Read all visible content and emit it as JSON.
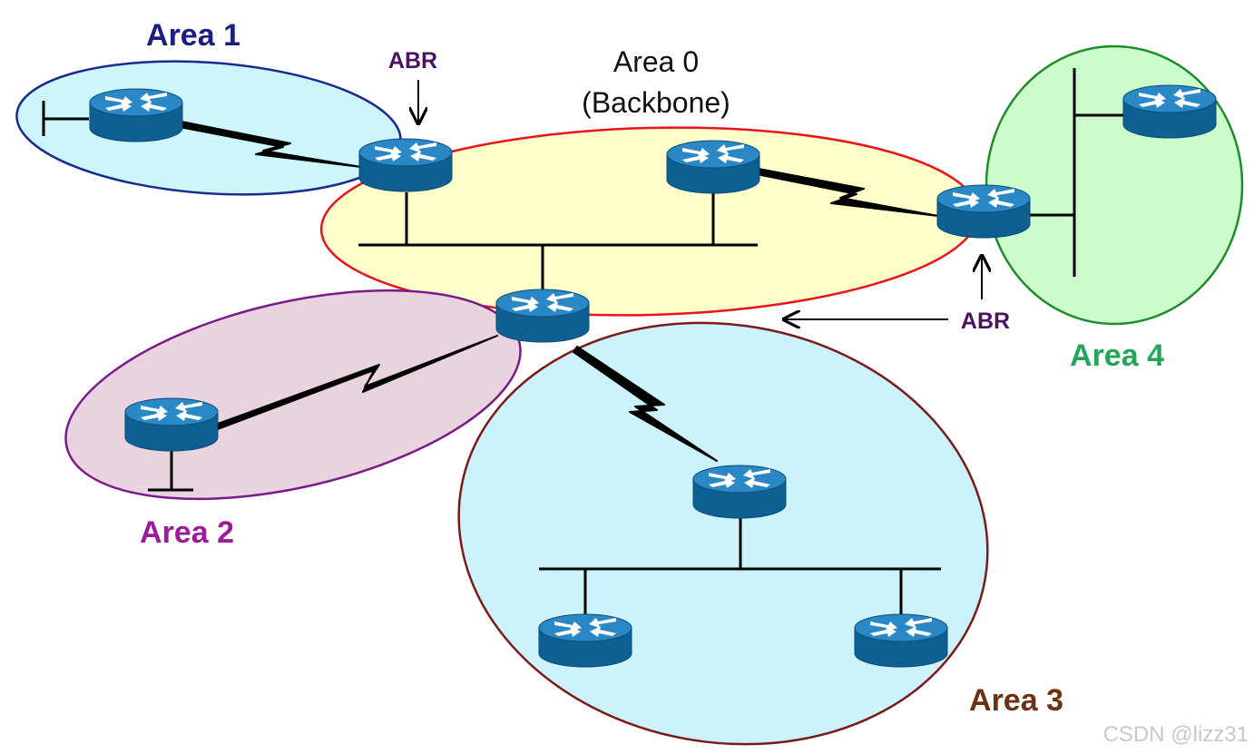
{
  "areas": {
    "area0": {
      "title": "Area 0",
      "subtitle": "(Backbone)",
      "fill": "#ffffcc",
      "stroke": "#e8151b"
    },
    "area1": {
      "label": "Area 1",
      "fill": "#ccf5fc",
      "stroke": "#1b2a8c",
      "text_color": "#1b1f80"
    },
    "area2": {
      "label": "Area 2",
      "fill": "#e9d3de",
      "stroke": "#7a1b8c",
      "text_color": "#9b1c9b"
    },
    "area3": {
      "label": "Area 3",
      "fill": "#ccf2fc",
      "stroke": "#7a1a1a",
      "text_color": "#6b3210"
    },
    "area4": {
      "label": "Area 4",
      "fill": "#ccfccc",
      "stroke": "#1e8c2a",
      "text_color": "#23a65a"
    }
  },
  "abr_labels": [
    "ABR",
    "ABR"
  ],
  "router_color": "#1a78b4",
  "watermark": "CSDN @lizz31"
}
